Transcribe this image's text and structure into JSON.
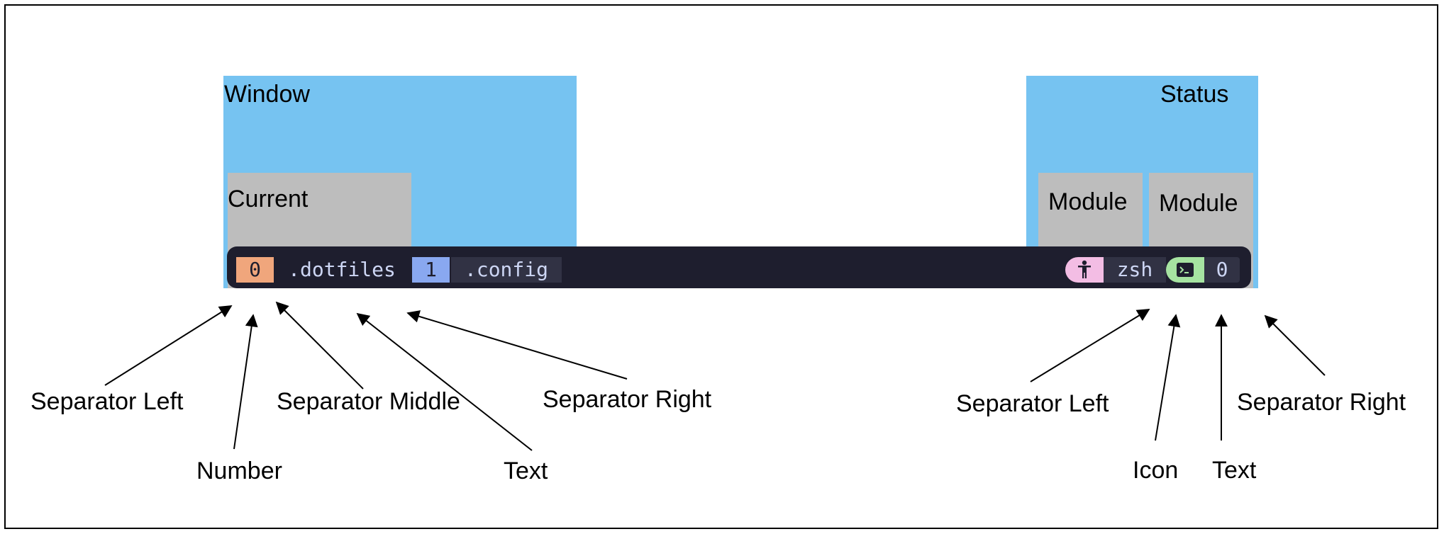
{
  "regions": {
    "window": {
      "label": "Window",
      "color": "#76c3f1"
    },
    "status": {
      "label": "Status",
      "color": "#76c3f1"
    }
  },
  "boxes": {
    "current": "Current",
    "module_1": "Module",
    "module_2": "Module"
  },
  "statusbar": {
    "background": "#1e1e2e",
    "windows": [
      {
        "number": "0",
        "number_color": "#f0a67c",
        "name": ".dotfiles"
      },
      {
        "number": "1",
        "number_color": "#89a8f0",
        "name": ".config"
      }
    ],
    "modules": [
      {
        "icon": "user-icon",
        "icon_color": "#f3bde4",
        "text": "zsh"
      },
      {
        "icon": "terminal-icon",
        "icon_color": "#a6e3a1",
        "text": "0"
      }
    ]
  },
  "callouts": {
    "sep_left_1": "Separator Left",
    "number": "Number",
    "sep_middle": "Separator Middle",
    "text_1": "Text",
    "sep_right_1": "Separator Right",
    "sep_left_2": "Separator Left",
    "icon": "Icon",
    "text_2": "Text",
    "sep_right_2": "Separator Right"
  }
}
